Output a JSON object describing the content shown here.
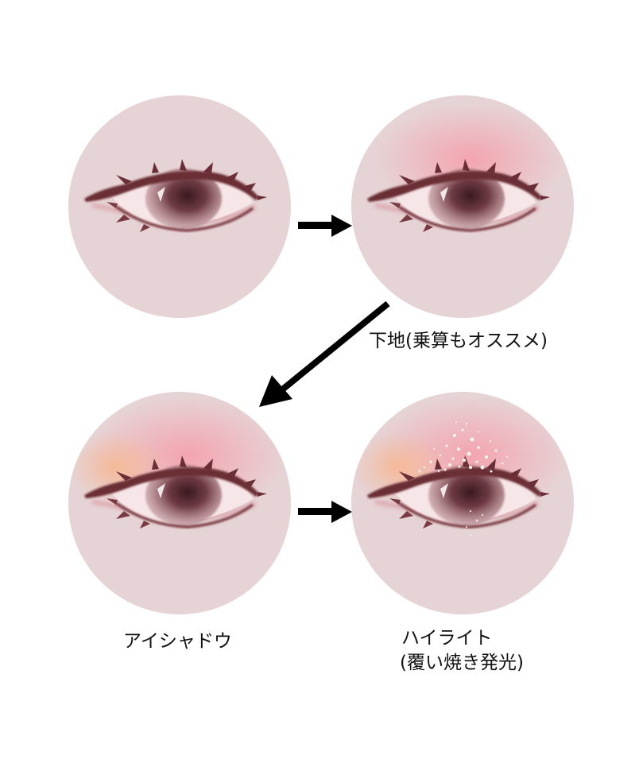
{
  "diagram": {
    "type": "process-steps",
    "background": "#ffffff",
    "skin_color": "#e6d3d5",
    "steps": [
      {
        "id": "base",
        "description": "eye only",
        "label": ""
      },
      {
        "id": "underlay",
        "description": "pink blush above eye",
        "label": "下地(乗算もオススメ)"
      },
      {
        "id": "eyeshadow",
        "description": "pink and orange eyeshadow",
        "label": "アイシャドウ"
      },
      {
        "id": "highlight",
        "description": "sparkle particles glow",
        "label_line1": "ハイライト",
        "label_line2": "(覆い焼き発光)"
      }
    ],
    "arrows": [
      {
        "from": "base",
        "to": "underlay",
        "direction": "right"
      },
      {
        "from": "underlay",
        "to": "eyeshadow",
        "direction": "down-left"
      },
      {
        "from": "eyeshadow",
        "to": "highlight",
        "direction": "right"
      }
    ],
    "colors": {
      "blush": "#f0a6b0",
      "orange": "#f2b79a",
      "lash": "#6a2e36",
      "iris": "#4a2228",
      "sclera": "#f6e6e8",
      "arrow": "#000000"
    }
  }
}
